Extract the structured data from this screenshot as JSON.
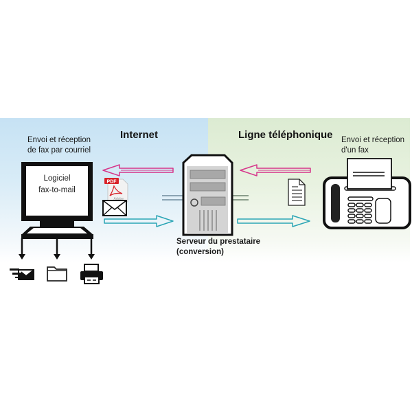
{
  "sections": {
    "internet": {
      "title": "Internet"
    },
    "phone_line": {
      "title": "Ligne téléphonique"
    }
  },
  "left": {
    "caption": "Envoi et réception\nde fax par courriel",
    "computer_screen_text": "Logiciel\nfax-to-mail",
    "outputs": [
      "email",
      "folder",
      "printer"
    ]
  },
  "attachments": {
    "pdf_label": "PDF",
    "adobe_label": "Adobe"
  },
  "server": {
    "caption": "Serveur du prestataire\n(conversion)"
  },
  "right": {
    "caption": "Envoi et réception\nd'un fax"
  },
  "colors": {
    "internet_bg": "#c6e2f4",
    "phone_bg": "#dcebd2",
    "incoming_arrow": "#d6358a",
    "outgoing_arrow": "#2aa5b5",
    "pdf_red": "#d8232a"
  }
}
